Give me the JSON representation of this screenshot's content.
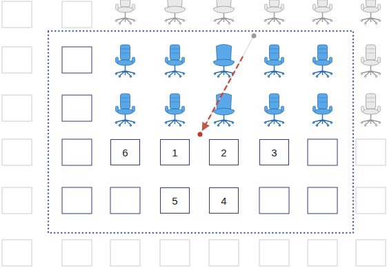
{
  "diagram": {
    "nodes": [
      {
        "text": [
          "6"
        ]
      },
      {
        "text": [
          "1"
        ]
      },
      {
        "text": [
          "2"
        ]
      },
      {
        "text": [
          "3"
        ]
      },
      {
        "text": [
          "5"
        ]
      },
      {
        "text": [
          "4"
        ]
      }
    ]
  }
}
